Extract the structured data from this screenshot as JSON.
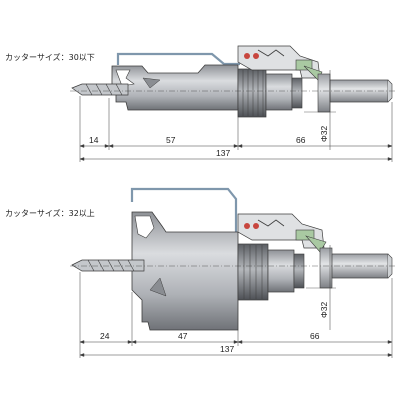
{
  "diagrams": [
    {
      "caption": "カッターサイズ：30以下",
      "dims": {
        "tip": "14",
        "body": "57",
        "shank": "66",
        "total": "137",
        "dia": "Φ32"
      }
    },
    {
      "caption": "カッターサイズ：32以上",
      "dims": {
        "tip": "24",
        "body": "47",
        "shank": "66",
        "total": "137",
        "dia": "Φ32"
      }
    }
  ],
  "colors": {
    "body_gray": "#b9bcc1",
    "outline": "#3c3c3c",
    "rod_blue": "#7f97ac",
    "spring_green": "#a9c9a2",
    "bearing_red": "#c8463e"
  }
}
